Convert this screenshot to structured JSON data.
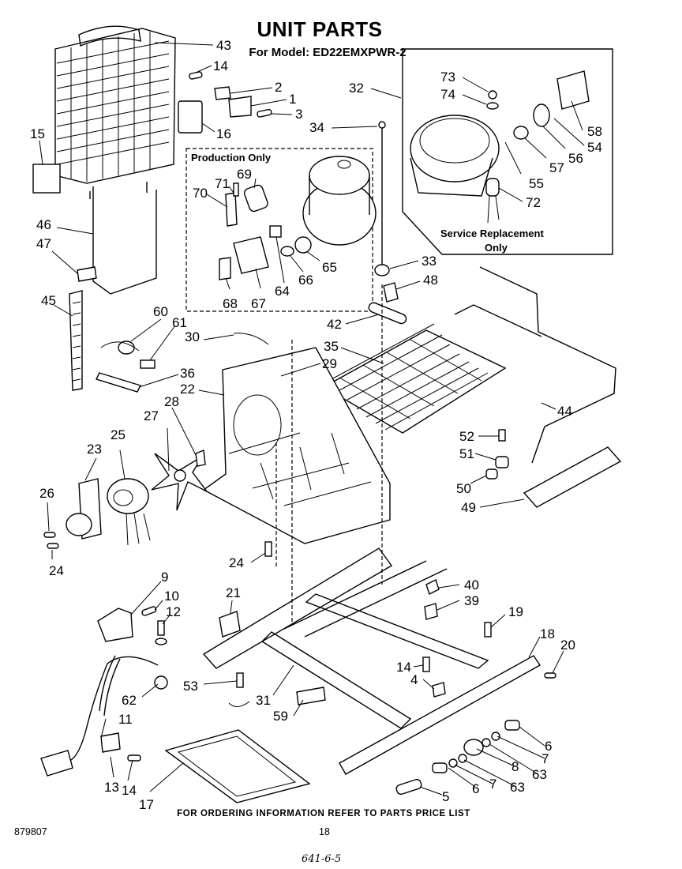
{
  "header": {
    "title": "UNIT PARTS",
    "model": "For Model: ED22EMXPWR-2"
  },
  "boxes": {
    "production": "Production Only",
    "service_line1": "Service Replacement",
    "service_line2": "Only"
  },
  "callouts": {
    "c43": "43",
    "c14a": "14",
    "c2": "2",
    "c1": "1",
    "c3": "3",
    "c16": "16",
    "c15": "15",
    "c32": "32",
    "c34": "34",
    "c73": "73",
    "c74": "74",
    "c58": "58",
    "c54": "54",
    "c56": "56",
    "c57": "57",
    "c55": "55",
    "c72": "72",
    "c69": "69",
    "c71": "71",
    "c70": "70",
    "c65": "65",
    "c66": "66",
    "c64": "64",
    "c67": "67",
    "c68": "68",
    "c46": "46",
    "c47": "47",
    "c33": "33",
    "c48": "48",
    "c45": "45",
    "c42": "42",
    "c60": "60",
    "c61": "61",
    "c30": "30",
    "c35": "35",
    "c29": "29",
    "c36": "36",
    "c22": "22",
    "c28": "28",
    "c27": "27",
    "c25": "25",
    "c23": "23",
    "c44": "44",
    "c52": "52",
    "c51": "51",
    "c50": "50",
    "c49": "49",
    "c26": "26",
    "c24a": "24",
    "c24b": "24",
    "c40": "40",
    "c39": "39",
    "c19": "19",
    "c9": "9",
    "c10": "10",
    "c12": "12",
    "c21": "21",
    "c18": "18",
    "c20": "20",
    "c14b": "14",
    "c4": "4",
    "c53": "53",
    "c62": "62",
    "c31": "31",
    "c11": "11",
    "c59": "59",
    "c6a": "6",
    "c7a": "7",
    "c8": "8",
    "c63a": "63",
    "c6b": "6",
    "c7b": "7",
    "c63b": "63",
    "c5": "5",
    "c13": "13",
    "c14c": "14",
    "c17": "17"
  },
  "footer": {
    "ordering": "FOR ORDERING INFORMATION REFER TO PARTS PRICE LIST",
    "doc_number": "879807",
    "page_number": "18",
    "handwritten": "641-6-5"
  }
}
